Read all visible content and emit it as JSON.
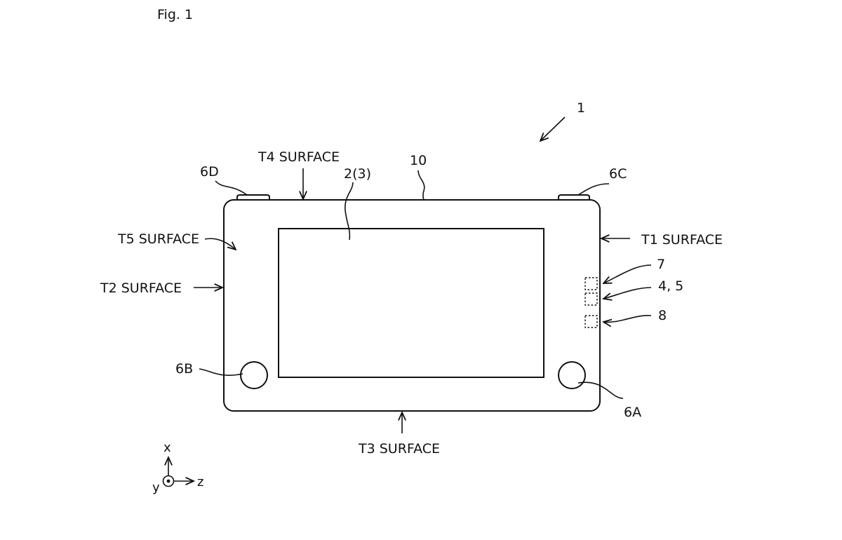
{
  "figure": {
    "title": "Fig. 1"
  },
  "labels": {
    "device": "1",
    "housing": "10",
    "display": "2(3)",
    "t1": "T1 SURFACE",
    "t2": "T2 SURFACE",
    "t3": "T3 SURFACE",
    "t4": "T4 SURFACE",
    "t5": "T5 SURFACE",
    "btn_6a": "6A",
    "btn_6b": "6B",
    "btn_6c": "6C",
    "btn_6d": "6D",
    "comp_7": "7",
    "comp_45": "4, 5",
    "comp_8": "8"
  },
  "axes": {
    "x": "x",
    "y": "y",
    "z": "z"
  }
}
